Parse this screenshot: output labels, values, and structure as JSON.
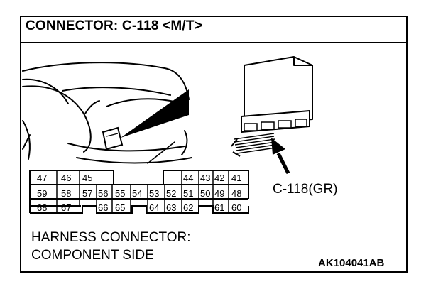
{
  "title": "CONNECTOR: C-118 <M/T>",
  "connector_label": "C-118(GR)",
  "caption": {
    "line1": "HARNESS CONNECTOR:",
    "line2": "COMPONENT SIDE"
  },
  "figure_code": "AK104041AB",
  "pins": {
    "row1": [
      "47",
      "46",
      "45",
      "44",
      "43",
      "42",
      "41"
    ],
    "row2": [
      "59",
      "58",
      "57",
      "56",
      "55",
      "54",
      "53",
      "52",
      "51",
      "50",
      "49",
      "48"
    ],
    "row3": [
      "68",
      "67",
      "66",
      "65",
      "64",
      "63",
      "62",
      "61",
      "60"
    ]
  }
}
